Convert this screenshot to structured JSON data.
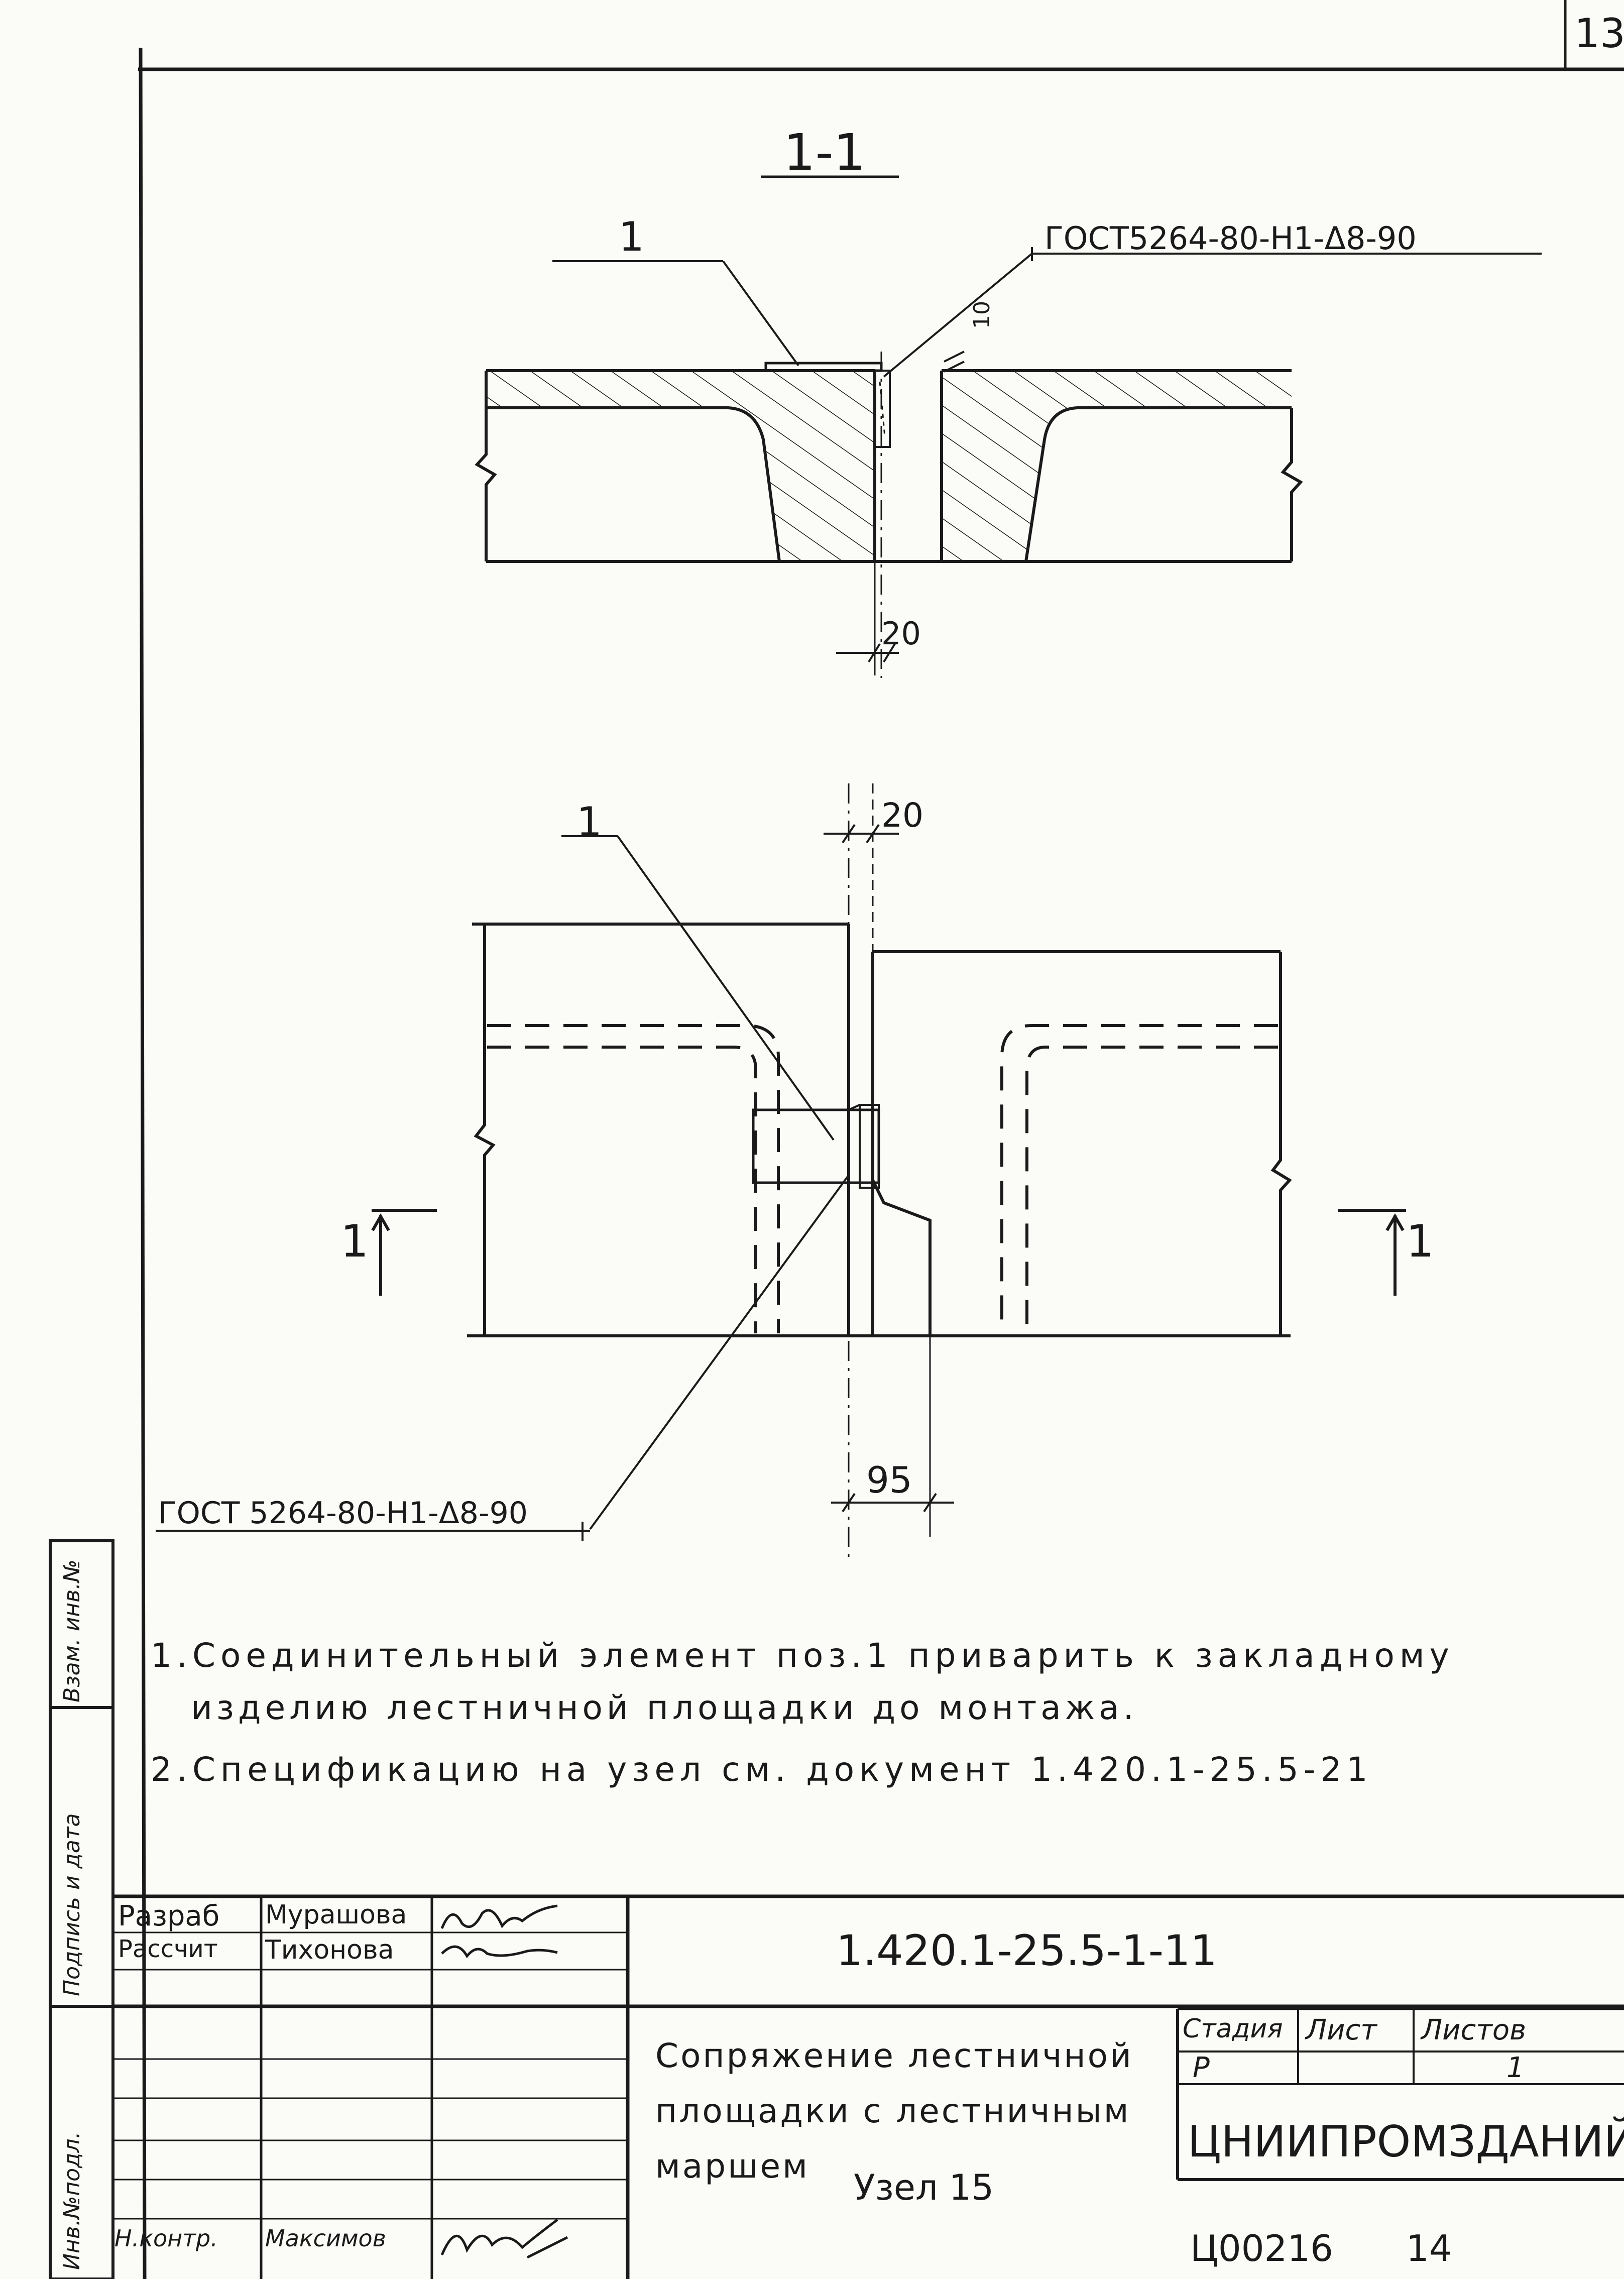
{
  "page_number": "13",
  "section_mark": "1-1",
  "leaders": {
    "top_pos": "1",
    "top_gost": "ГОСТ5264-80-Н1-Δ8-90",
    "plan_pos": "1",
    "plan_gost": "ГОСТ 5264-80-Н1-Δ8-90"
  },
  "dimensions": {
    "gap_thickness": "10",
    "section_gap": "20",
    "plan_gap": "20",
    "plan_offset": "95"
  },
  "section_markers": {
    "left": "1",
    "right": "1"
  },
  "notes": [
    "1.Соединительный элемент поз.1 приварить к закладному",
    "изделию лестничной площадки до монтажа.",
    "2.Спецификацию на узел см. документ 1.420.1-25.5-21"
  ],
  "side_stamp": {
    "inv_replace": "Взам. инв.№",
    "sign_date": "Подпись и дата",
    "inv_orig": "Инв.№подл."
  },
  "title_block": {
    "rows": [
      {
        "role": "Разраб",
        "name": "Мурашова"
      },
      {
        "role": "Рассчит",
        "name": "Тихонова"
      },
      {
        "role": "Н.контр.",
        "name": "Максимов"
      }
    ],
    "document_code": "1.420.1-25.5-1-11",
    "title_line1": "Сопряжение лестничной",
    "title_line2": "площадки с лестничным",
    "title_line3": "маршем",
    "node": "Узел 15",
    "stage_header": "Стадия",
    "sheet_header": "Лист",
    "sheets_header": "Листов",
    "stage": "Р",
    "sheets": "1",
    "organization": "ЦНИИПРОМЗДАНИЙ"
  },
  "archive_number": "Ц00216",
  "archive_page": "14"
}
